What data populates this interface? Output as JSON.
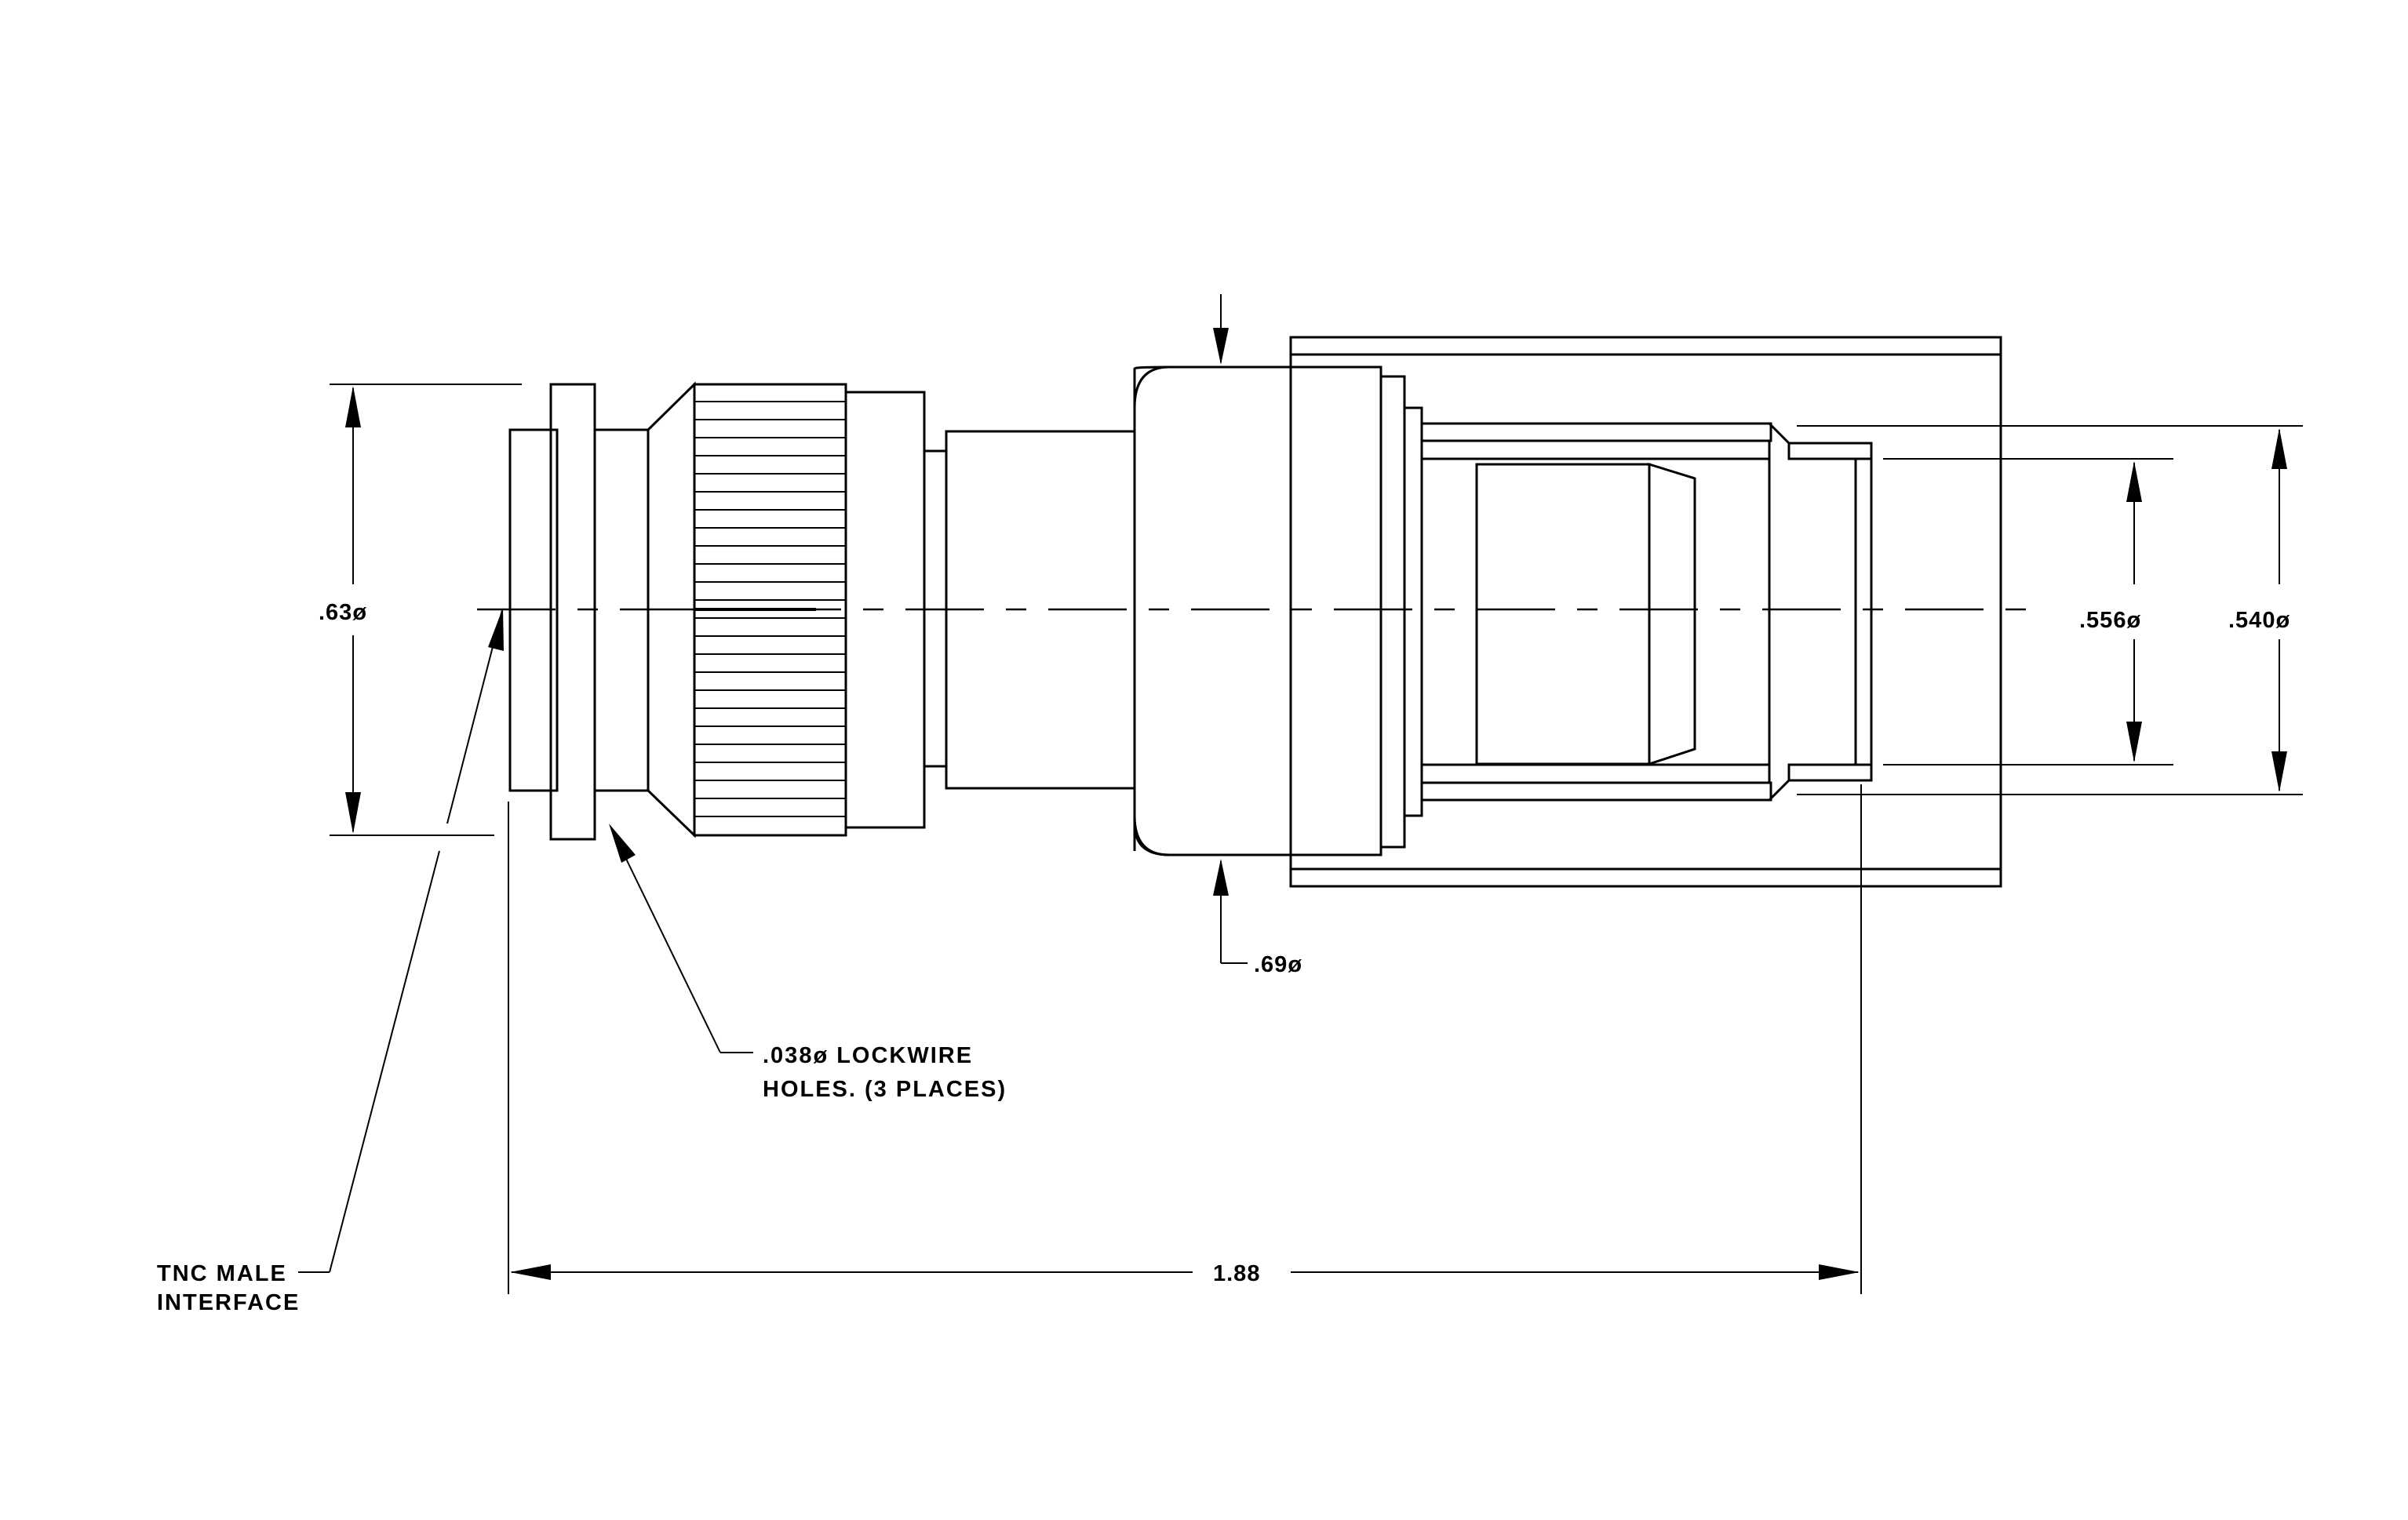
{
  "drawing": {
    "dimensions": {
      "dia_063": ".63ø",
      "dia_069": ".69ø",
      "dia_0556": ".556ø",
      "dia_0540": ".540ø",
      "length_188": "1.88"
    },
    "notes": {
      "lockwire_line1": ".038ø LOCKWIRE",
      "lockwire_line2": "HOLES. (3 PLACES)",
      "tnc_line1": "TNC MALE",
      "tnc_line2": "INTERFACE"
    }
  }
}
